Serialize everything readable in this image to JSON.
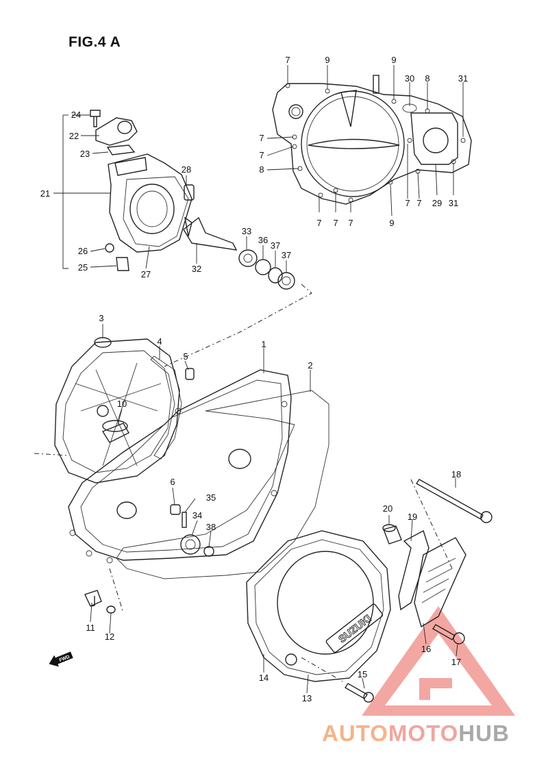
{
  "figure": {
    "title": "FIG.4 A"
  },
  "callouts": [
    {
      "id": "1",
      "text": "1"
    },
    {
      "id": "2",
      "text": "2"
    },
    {
      "id": "3",
      "text": "3"
    },
    {
      "id": "4",
      "text": "4"
    },
    {
      "id": "5",
      "text": "5"
    },
    {
      "id": "6",
      "text": "6"
    },
    {
      "id": "7",
      "text": "7"
    },
    {
      "id": "8",
      "text": "8"
    },
    {
      "id": "9",
      "text": "9"
    },
    {
      "id": "10",
      "text": "10"
    },
    {
      "id": "11",
      "text": "11"
    },
    {
      "id": "12",
      "text": "12"
    },
    {
      "id": "13",
      "text": "13"
    },
    {
      "id": "14",
      "text": "14"
    },
    {
      "id": "15",
      "text": "15"
    },
    {
      "id": "16",
      "text": "16"
    },
    {
      "id": "17",
      "text": "17"
    },
    {
      "id": "18",
      "text": "18"
    },
    {
      "id": "19",
      "text": "19"
    },
    {
      "id": "20",
      "text": "20"
    },
    {
      "id": "21",
      "text": "21"
    },
    {
      "id": "22",
      "text": "22"
    },
    {
      "id": "23",
      "text": "23"
    },
    {
      "id": "24",
      "text": "24"
    },
    {
      "id": "25",
      "text": "25"
    },
    {
      "id": "26",
      "text": "26"
    },
    {
      "id": "27",
      "text": "27"
    },
    {
      "id": "28",
      "text": "28"
    },
    {
      "id": "29",
      "text": "29"
    },
    {
      "id": "30",
      "text": "30"
    },
    {
      "id": "31",
      "text": "31"
    },
    {
      "id": "32",
      "text": "32"
    },
    {
      "id": "33",
      "text": "33"
    },
    {
      "id": "34",
      "text": "34"
    },
    {
      "id": "35",
      "text": "35"
    },
    {
      "id": "36",
      "text": "36"
    },
    {
      "id": "37",
      "text": "37"
    },
    {
      "id": "38",
      "text": "38"
    }
  ],
  "cover_brand": "SUZUKI",
  "direction_marker": "FWD",
  "watermark": {
    "part1": "AUTO",
    "part2": "MOTO",
    "part3": "HUB",
    "colors": {
      "auto": "#f5b38a",
      "moto": "#f0a6a0",
      "hub": "#a9a9a9",
      "triangle": "#f08a84"
    }
  }
}
